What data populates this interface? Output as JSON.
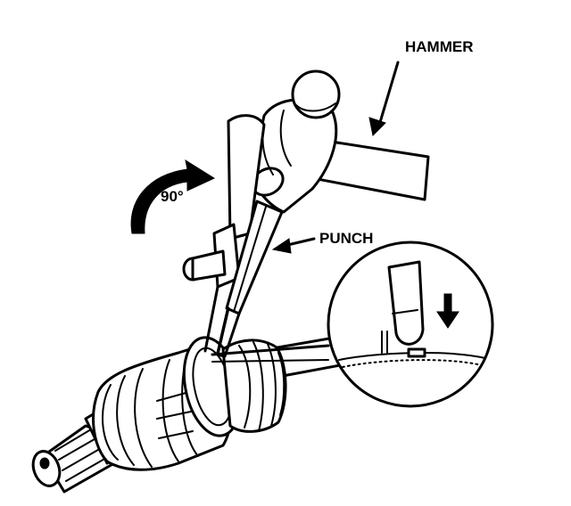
{
  "labels": {
    "hammer": "HAMMER",
    "punch": "PUNCH",
    "rotation": "90°"
  },
  "colors": {
    "ink": "#000000",
    "background": "#ffffff"
  }
}
